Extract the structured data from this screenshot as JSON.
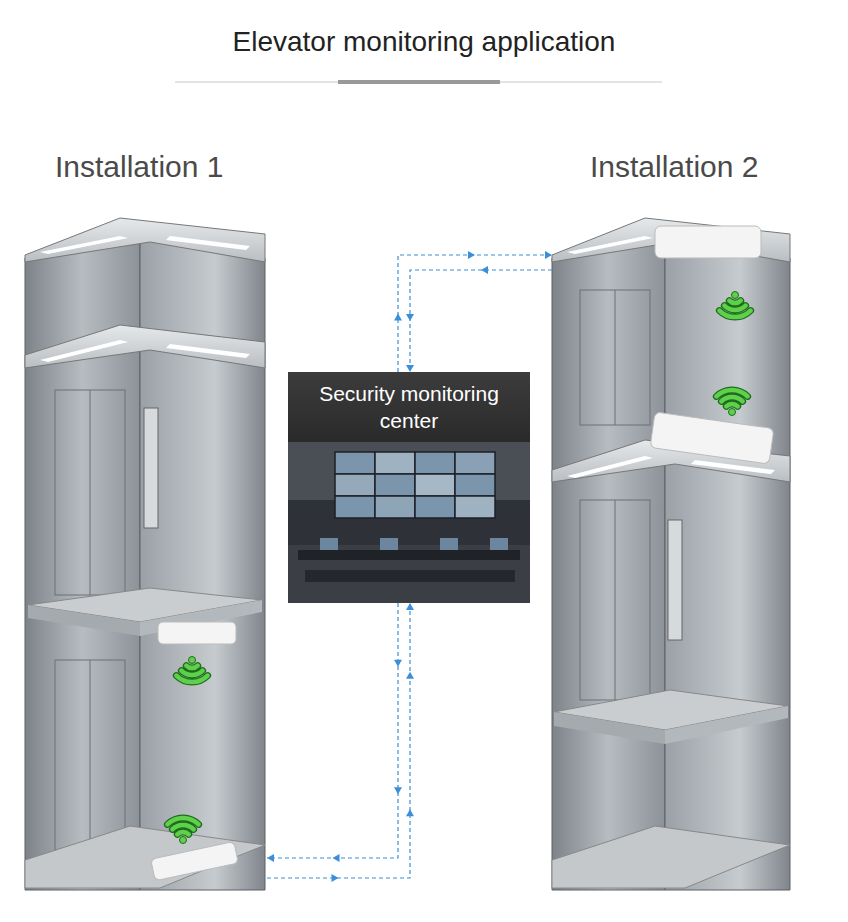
{
  "diagram": {
    "title": "Elevator monitoring application",
    "nodes": [
      {
        "text": [
          "Installation 1"
        ]
      },
      {
        "text": [
          "Security monitoring center"
        ]
      },
      {
        "text": [
          "Installation 2"
        ]
      }
    ],
    "edges": [
      {
        "from": 0,
        "to": 1,
        "arrow": "both"
      },
      {
        "from": 1,
        "to": 2,
        "arrow": "both"
      }
    ]
  }
}
